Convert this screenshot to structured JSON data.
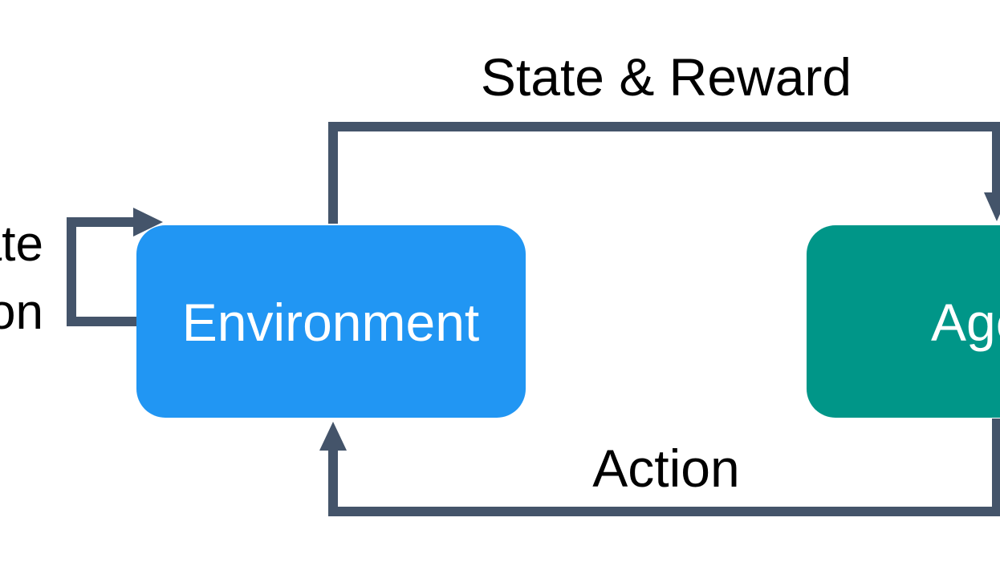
{
  "diagram": {
    "environment_label": "Environment",
    "agent_label": "Agent",
    "state_reward_label": "State & Reward",
    "action_label": "Action",
    "self_loop_label_line1": "Update",
    "self_loop_label_line2": "Observation"
  },
  "colors": {
    "environment": "#2196F3",
    "agent": "#009688",
    "arrow": "#44546A",
    "text": "#000000",
    "box_text": "#FFFFFF"
  }
}
